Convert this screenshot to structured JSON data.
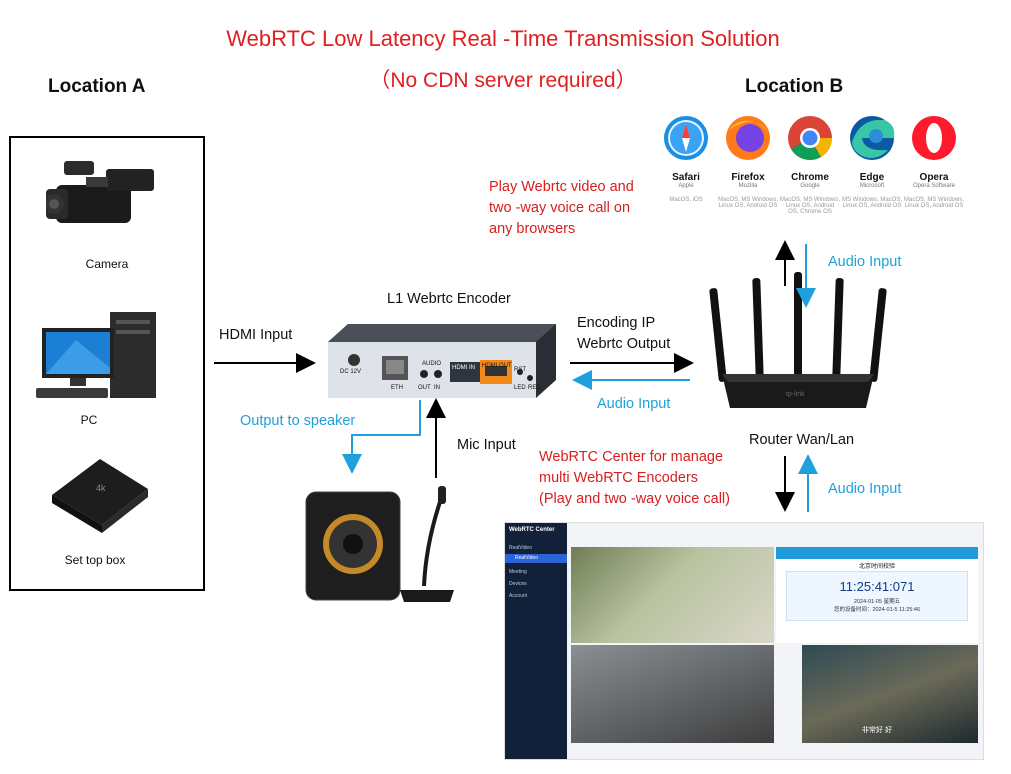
{
  "title": {
    "line1": "WebRTC Low Latency Real -Time Transmission Solution",
    "line2": "（No CDN server required）"
  },
  "location_a": {
    "heading": "Location A",
    "devices": [
      "Camera",
      "PC",
      "Set top box"
    ]
  },
  "location_b": {
    "heading": "Location B"
  },
  "browsers": [
    {
      "name": "Safari",
      "sub": "Apple",
      "platforms": "MacOS, iOS"
    },
    {
      "name": "Firefox",
      "sub": "Mozilla",
      "platforms": "MacOS, MS Windows, Linux OS, Android OS"
    },
    {
      "name": "Chrome",
      "sub": "Google",
      "platforms": "MacOS, MS Windows, Linux OS, Android OS, Chrome OS"
    },
    {
      "name": "Edge",
      "sub": "Microsoft",
      "platforms": "MS Windows, MacOS, Linux OS, Android OS"
    },
    {
      "name": "Opera",
      "sub": "Opera Software",
      "platforms": "MacOS, MS Windows, Linux OS, Android OS"
    }
  ],
  "encoder": {
    "label": "L1 Webrtc Encoder",
    "ports": [
      "DC 12V",
      "ETH",
      "AUDIO",
      "OUT",
      "IN",
      "HDMI IN",
      "HDMI OUT",
      "RST",
      "LED",
      "REC"
    ]
  },
  "router": {
    "label": "Router Wan/Lan"
  },
  "flows": {
    "hdmi_input": "HDMI Input",
    "encoding_line1": "Encoding IP",
    "encoding_line2": "Webrtc Output",
    "audio_input": "Audio Input",
    "output_speaker": "Output to speaker",
    "mic_input": "Mic Input"
  },
  "notes": {
    "browsers_note": [
      "Play Webrtc video and",
      "two -way voice call on",
      "any browsers"
    ],
    "center_note": [
      "WebRTC Center for manage",
      "multi WebRTC Encoders",
      "(Play and two -way voice call)"
    ]
  },
  "center_ui": {
    "app_name": "WebRTC Center",
    "menu": [
      "RealVideo",
      "RealVideo",
      "Meeting",
      "Devices",
      "Account"
    ],
    "clock_time": "11:25:41:071",
    "clock_title": "北京时间校验",
    "clock_date": "2024-01-05 星期五",
    "clock_device": "您的设备时间：2024-01-5 11:25:46",
    "subtitle": "非常好 好"
  },
  "colors": {
    "red": "#e02020",
    "blue": "#1fa0dc",
    "encoder_orange": "#f28a1a"
  }
}
